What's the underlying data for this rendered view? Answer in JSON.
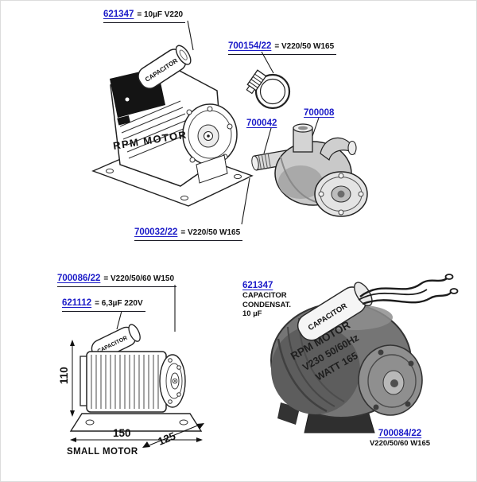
{
  "page": {
    "type": "espresso-machine-motor-pump-parts-diagram"
  },
  "colors": {
    "link_blue": "#1b1bc8",
    "ink": "#111111"
  },
  "labels": {
    "top_capacitor": {
      "part": "621347",
      "spec": "= 10µF V220"
    },
    "clamp": {
      "part": "700154/22",
      "spec": "= V220/50 W165"
    },
    "clamp_small": {
      "part": "700042"
    },
    "pump": {
      "part": "700008"
    },
    "top_motor": {
      "part": "700032/22",
      "spec": "= V220/50 W165"
    },
    "small_motor": {
      "part": "700086/22",
      "spec": "= V220/50/60 W150"
    },
    "small_capacitor": {
      "part": "621112",
      "spec": "= 6,3µF 220V"
    },
    "photo_capacitor": {
      "part": "621347",
      "desc": [
        "CAPACITOR",
        "CONDENSAT.",
        "10 µF"
      ]
    },
    "photo_motor": {
      "part": "700084/22",
      "spec": "V220/50/60 W165"
    }
  },
  "artwork_text": {
    "top_motor_body": "RPM MOTOR",
    "top_capacitor": "CAPACITOR",
    "small_capacitor": "CAPACITOR",
    "photo_capacitor": "CAPACITOR",
    "photo_body_line1": "RPM MOTOR",
    "photo_body_line2": "V230 50/60Hz",
    "photo_body_line3": "WATT 165"
  },
  "dimensions": {
    "height": "110",
    "width": "150",
    "depth": "125"
  },
  "captions": {
    "small_motor": "SMALL MOTOR"
  }
}
